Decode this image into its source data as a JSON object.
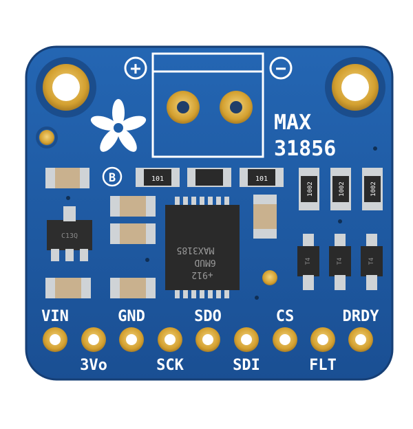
{
  "board": {
    "chip_name_line1": "MAX",
    "chip_name_line2": "31856",
    "plus_symbol": "+",
    "minus_symbol": "−",
    "rev_letter": "B",
    "ic_marking_line1": "MAX3185",
    "ic_marking_line2": "6MUD",
    "ic_marking_line3": "+912",
    "regulator_marking": "C13Q",
    "resistor_marking_101": "101",
    "resistor_marking_1002": "1002",
    "diode_marking": "T4",
    "colors": {
      "pcb": "#1f5ea8",
      "silk": "#ffffff",
      "gold": "#d8a834"
    }
  },
  "pins_top_labels": [
    "VIN",
    "GND",
    "SDO",
    "CS",
    "DRDY"
  ],
  "pins_bottom_labels": [
    "3Vo",
    "SCK",
    "SDI",
    "FLT"
  ]
}
